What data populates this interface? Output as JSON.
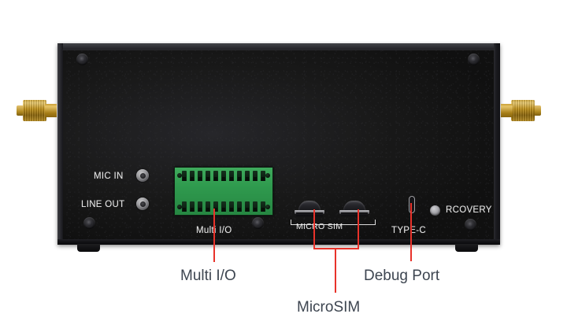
{
  "scene": {
    "title": "Embedded gateway front panel with annotated ports",
    "background_color": "#ffffff"
  },
  "device": {
    "chassis_color": "#1a1a1a",
    "connector_color": "#2f9a4e",
    "antenna_color": "#c8981f",
    "panel_labels": [
      {
        "id": "mic-in",
        "text": "MIC IN"
      },
      {
        "id": "line-out",
        "text": "LINE OUT"
      },
      {
        "id": "multi-io",
        "text": "Multi I/O"
      },
      {
        "id": "micro-sim",
        "text": "MICRO SIM"
      },
      {
        "id": "type-c",
        "text": "TYPE-C"
      },
      {
        "id": "recovery",
        "text": "RCOVERY"
      }
    ],
    "ports": {
      "mic_in_jack": "mic-in-jack",
      "line_out_jack": "line-out-jack",
      "terminal_block": {
        "name": "multi-io-terminal-block",
        "rows": 2,
        "pins_per_row": 11
      },
      "sim_slots": [
        "micro-sim-slot-1",
        "micro-sim-slot-2"
      ],
      "type_c_port": "type-c-port",
      "recovery_button": "recovery-button",
      "antennas": [
        "sma-antenna-left",
        "sma-antenna-right"
      ]
    }
  },
  "annotations": {
    "accent_color": "#e8322a",
    "text_color": "#3d4550",
    "callouts": [
      {
        "id": "multi-io",
        "label": "Multi I/O"
      },
      {
        "id": "microsim",
        "label": "MicroSIM"
      },
      {
        "id": "debug-port",
        "label": "Debug Port"
      }
    ]
  }
}
